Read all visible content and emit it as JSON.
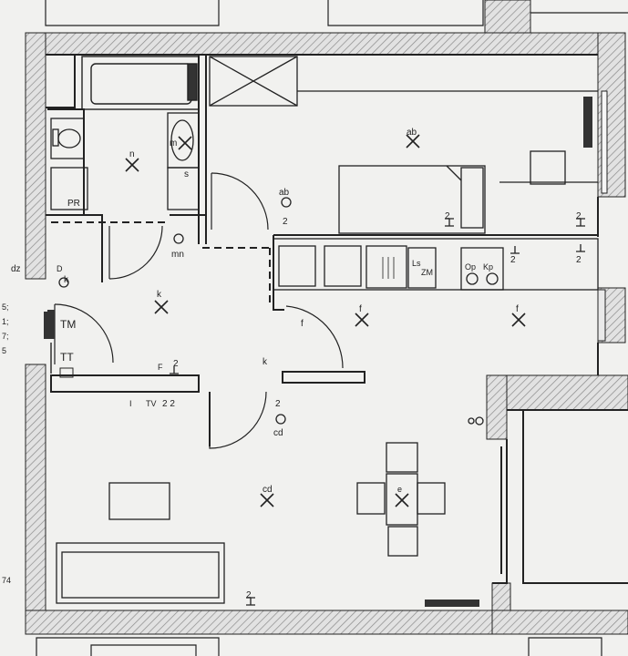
{
  "colors": {
    "paper": "#f1f1ef",
    "ink": "#1e1e1e",
    "hatch": "#8a8a8a",
    "wall_fill": "#dedede"
  },
  "labels": {
    "bathroom": "n",
    "bathroom_socket_a": "m",
    "bathroom_socket_b": "s",
    "washer": "PR",
    "dz": "dz",
    "d": "D",
    "d_k": "k",
    "hall": "k",
    "hall_fixture": "mn",
    "meter": "TM",
    "tt": "TT",
    "f_socket": "F",
    "f_count": "2",
    "tv_a": "I",
    "tv_b": "TV",
    "tv_count": "2 2",
    "door_k": "k",
    "door_f": "f",
    "door_count": "2",
    "cd_fixture": "cd",
    "kitchen_ab_top": "ab",
    "kitchen_ab_mid": "ab",
    "kitchen_ab_count": "2",
    "kitchen_count_1": "2",
    "kitchen_count_2": "2",
    "kitchen_count_3": "2",
    "kitchen_count_4": "2",
    "sink_a": "Ls",
    "sink_b": "ZM",
    "oven": "Op",
    "hob": "Kp",
    "f_room_1": "f",
    "f_room_2": "f",
    "living": "cd",
    "dining": "e",
    "living_count": "2",
    "margin_1": "5;",
    "margin_2": "1;",
    "margin_3": "7;",
    "margin_4": "5",
    "margin_5": "74"
  }
}
